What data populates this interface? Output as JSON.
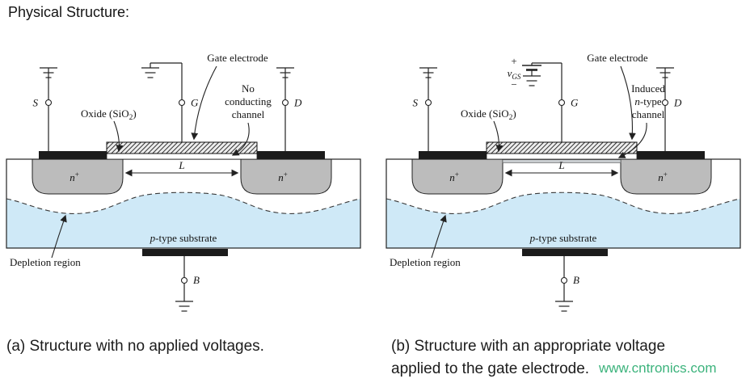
{
  "title": "Physical Structure:",
  "watermark": "www.cntronics.com",
  "colors": {
    "substrate_blue": "#cfe9f7",
    "nplus_gray": "#bcbcbc",
    "metal_black": "#1b1b1b",
    "watermark_green": "#3cb37c"
  },
  "shared": {
    "gate_electrode": "Gate electrode",
    "oxide_main": "Oxide (SiO",
    "oxide_sub": "2",
    "oxide_close": ")",
    "terminal_s": "S",
    "terminal_g": "G",
    "terminal_d": "D",
    "terminal_b": "B",
    "n_label": "n",
    "n_sup": "+",
    "length_label": "L",
    "substrate_p": "p",
    "substrate_rest": "-type substrate",
    "depletion": "Depletion region"
  },
  "diagram_a": {
    "channel_line1": "No",
    "channel_line2": "conducting",
    "channel_line3": "channel",
    "caption": "(a) Structure with no applied voltages."
  },
  "diagram_b": {
    "channel_line1": "Induced",
    "channel_line2_italic": "n",
    "channel_line2_rest": "-type",
    "channel_line3": "channel",
    "vgs_plus": "+",
    "vgs_v": "v",
    "vgs_sub": "GS",
    "vgs_minus": "−",
    "caption_line1": "(b) Structure with an appropriate voltage",
    "caption_line2": "applied to the gate electrode."
  }
}
